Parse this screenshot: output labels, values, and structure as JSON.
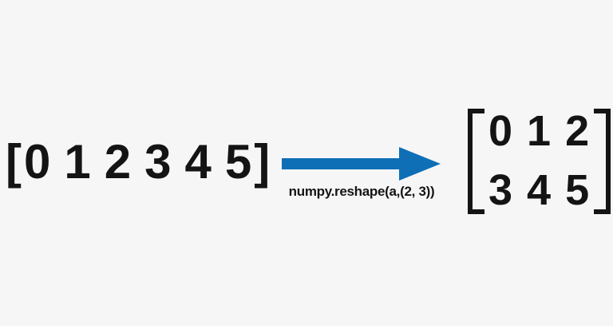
{
  "background_color": "#f6f6f6",
  "text_color": "#141414",
  "array_1d": {
    "open_bracket": "[",
    "values": [
      "0",
      "1",
      "2",
      "3",
      "4",
      "5"
    ],
    "close_bracket": "]"
  },
  "transform": {
    "label": "numpy.reshape(a,(2, 3))",
    "arrow_color": "#0e6fb6",
    "arrow_direction": "right"
  },
  "matrix_2d": {
    "rows": [
      [
        "0",
        "1",
        "2"
      ],
      [
        "3",
        "4",
        "5"
      ]
    ]
  }
}
